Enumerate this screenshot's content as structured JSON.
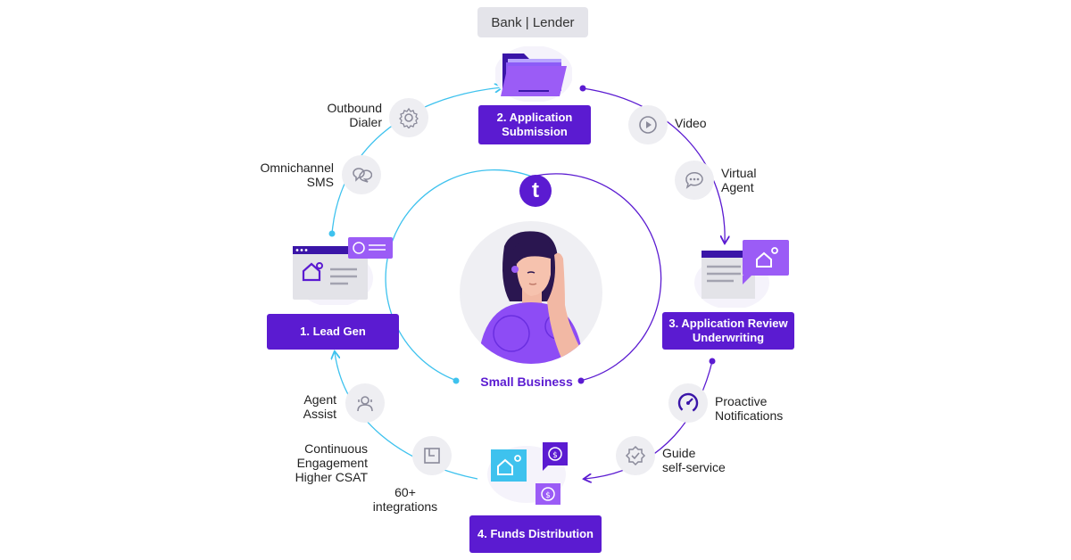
{
  "header": {
    "badge": "Bank | Lender"
  },
  "center": {
    "label": "Small Business",
    "logo_letter": "t"
  },
  "stages": {
    "lead_gen": "1. Lead Gen",
    "application_submission": "2. Application\nSubmission",
    "application_review": "3. Application Review\nUnderwriting",
    "funds_distribution": "4. Funds Distribution"
  },
  "features": {
    "outbound_dialer": "Outbound\nDialer",
    "omnichannel_sms": "Omnichannel\nSMS",
    "video": "Video",
    "virtual_agent": "Virtual\nAgent",
    "proactive_notifications": "Proactive\nNotifications",
    "guide_self_service": "Guide\nself-service",
    "agent_assist": "Agent\nAssist",
    "continuous_engagement": "Continuous\nEngagement\nHigher CSAT",
    "integrations": "60+\nintegrations"
  },
  "colors": {
    "purple": "#5b1bd1",
    "light_purple": "#9b5cf6",
    "cyan": "#3ec2ee",
    "gray_circle": "#eeeef2"
  }
}
